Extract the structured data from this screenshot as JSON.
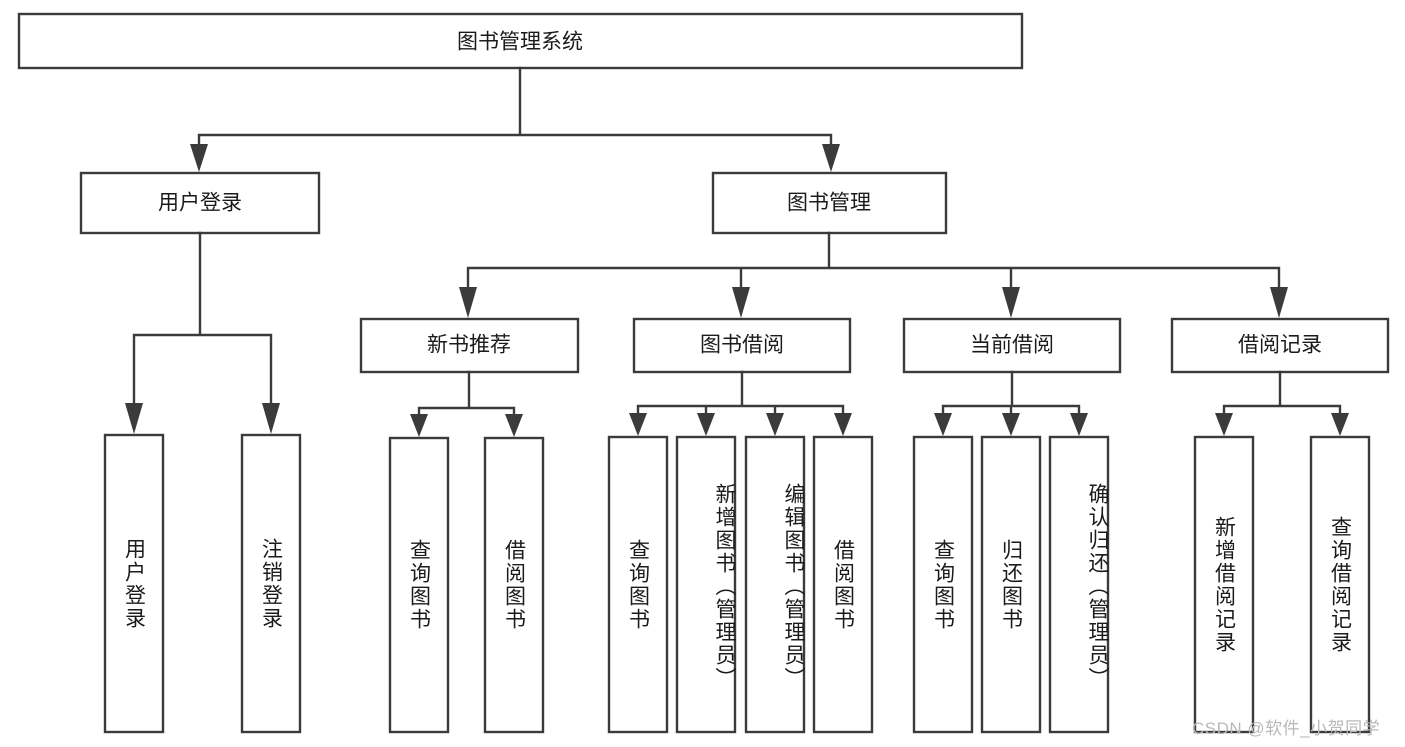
{
  "diagram": {
    "title_node": {
      "id": "root",
      "label": "图书管理系统",
      "orientation": "horizontal"
    },
    "level1": [
      {
        "id": "user-login",
        "label": "用户登录",
        "orientation": "horizontal"
      },
      {
        "id": "book-management",
        "label": "图书管理",
        "orientation": "horizontal"
      }
    ],
    "level2": [
      {
        "id": "new-book-recommend",
        "label": "新书推荐",
        "orientation": "horizontal",
        "parent": "book-management"
      },
      {
        "id": "book-borrow",
        "label": "图书借阅",
        "orientation": "horizontal",
        "parent": "book-management"
      },
      {
        "id": "current-borrow",
        "label": "当前借阅",
        "orientation": "horizontal",
        "parent": "book-management"
      },
      {
        "id": "borrow-record",
        "label": "借阅记录",
        "orientation": "horizontal",
        "parent": "book-management"
      }
    ],
    "leaves": [
      {
        "id": "leaf-user-login",
        "label": "用户登录",
        "orientation": "vertical",
        "parent": "user-login"
      },
      {
        "id": "leaf-logout-login",
        "label": "注销登录",
        "orientation": "vertical",
        "parent": "user-login"
      },
      {
        "id": "leaf-query-books-1",
        "label": "查询图书",
        "orientation": "vertical",
        "parent": "new-book-recommend"
      },
      {
        "id": "leaf-borrow-books-1",
        "label": "借阅图书",
        "orientation": "vertical",
        "parent": "new-book-recommend"
      },
      {
        "id": "leaf-query-books-2",
        "label": "查询图书",
        "orientation": "vertical",
        "parent": "book-borrow"
      },
      {
        "id": "leaf-add-book",
        "label": "新增图书（管理员）",
        "orientation": "vertical",
        "parent": "book-borrow"
      },
      {
        "id": "leaf-edit-book",
        "label": "编辑图书（管理员）",
        "orientation": "vertical",
        "parent": "book-borrow"
      },
      {
        "id": "leaf-borrow-books-2",
        "label": "借阅图书",
        "orientation": "vertical",
        "parent": "book-borrow"
      },
      {
        "id": "leaf-query-books-3",
        "label": "查询图书",
        "orientation": "vertical",
        "parent": "current-borrow"
      },
      {
        "id": "leaf-return-book",
        "label": "归还图书",
        "orientation": "vertical",
        "parent": "current-borrow"
      },
      {
        "id": "leaf-confirm-return",
        "label": "确认归还（管理员）",
        "orientation": "vertical",
        "parent": "current-borrow"
      },
      {
        "id": "leaf-add-record",
        "label": "新增借阅记录",
        "orientation": "vertical",
        "parent": "borrow-record"
      },
      {
        "id": "leaf-query-record",
        "label": "查询借阅记录",
        "orientation": "vertical",
        "parent": "borrow-record"
      }
    ],
    "colors": {
      "stroke": "#3b3b3b",
      "box_fill": "#ffffff",
      "text": "#1b1b1b",
      "background": "#ffffff",
      "watermark": "#b9b9b9"
    }
  },
  "watermark": {
    "text": "CSDN @软件_小贺同学"
  }
}
